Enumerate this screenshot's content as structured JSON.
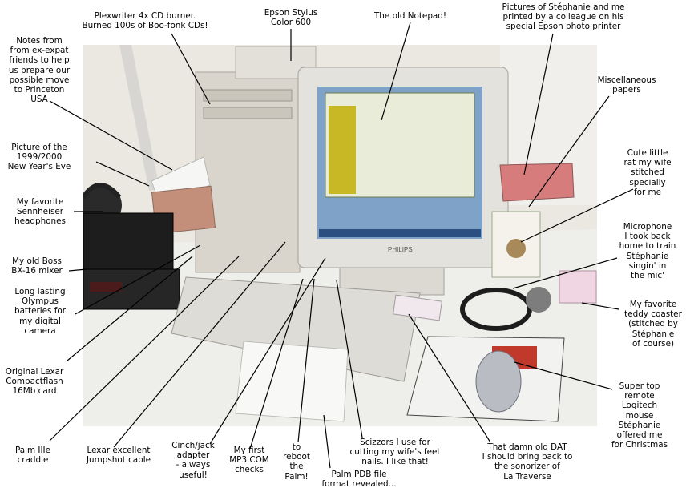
{
  "labels": {
    "plexwriter": "Plexwriter 4x CD burner.\nBurned 100s of Boo-fonk CDs!",
    "epson": "Epson Stylus\nColor 600",
    "notepad": "The old Notepad!",
    "pictures_printed": "Pictures of Stéphanie and me\nprinted by a colleague on his\nspecial Epson photo printer",
    "notes": "Notes from\nfrom ex-expat\nfriends to help\nus prepare our\npossible move\nto Princeton\nUSA",
    "misc_papers": "Miscellaneous\npapers",
    "newyear_picture": "Picture of the\n1999/2000\nNew Year's Eve",
    "rat": "Cute little\nrat my wife\nstitched\nspecially\nfor me",
    "headphones": "My favorite\nSennheiser\nheadphones",
    "microphone": "Microphone\nI took back\nhome to train\nStéphanie\nsingin' in\nthe mic'",
    "mixer": "My old Boss\nBX-16 mixer",
    "batteries": "Long lasting\nOlympus\nbatteries for\nmy digital\ncamera",
    "coaster": "My favorite\nteddy coaster\n(stitched by\nStéphanie\nof course)",
    "lexar_card": "Original Lexar\nCompactflash\n16Mb card",
    "mouse": "Super top\nremote\nLogitech\nmouse\nStéphanie\noffered me\nfor Christmas",
    "palm_cradle": "Palm IIIe\ncraddle",
    "jumpshot": "Lexar excellent\nJumpshot cable",
    "cinch": "Cinch/jack\nadapter\n- always\nuseful!",
    "mp3_checks": "My first\nMP3.COM\nchecks",
    "reboot": "to\nreboot\nthe\nPalm!",
    "pdb_format": "Palm PDB file\nformat revealed...",
    "scissors": "Scizzors I use for\ncutting my wife's feet\nnails. I like that!",
    "dat": "That damn old DAT\nI should bring back to\nthe sonorizer of\nLa Traverse"
  },
  "monitor_brand": "PHILIPS",
  "colors": {
    "wall": "#ece8e2",
    "desk": "#efefec",
    "beige": "#d8d4cc",
    "screen_blue": "#7fa3c8",
    "screen_yellow": "#c8b826",
    "label_text": "#000000"
  }
}
